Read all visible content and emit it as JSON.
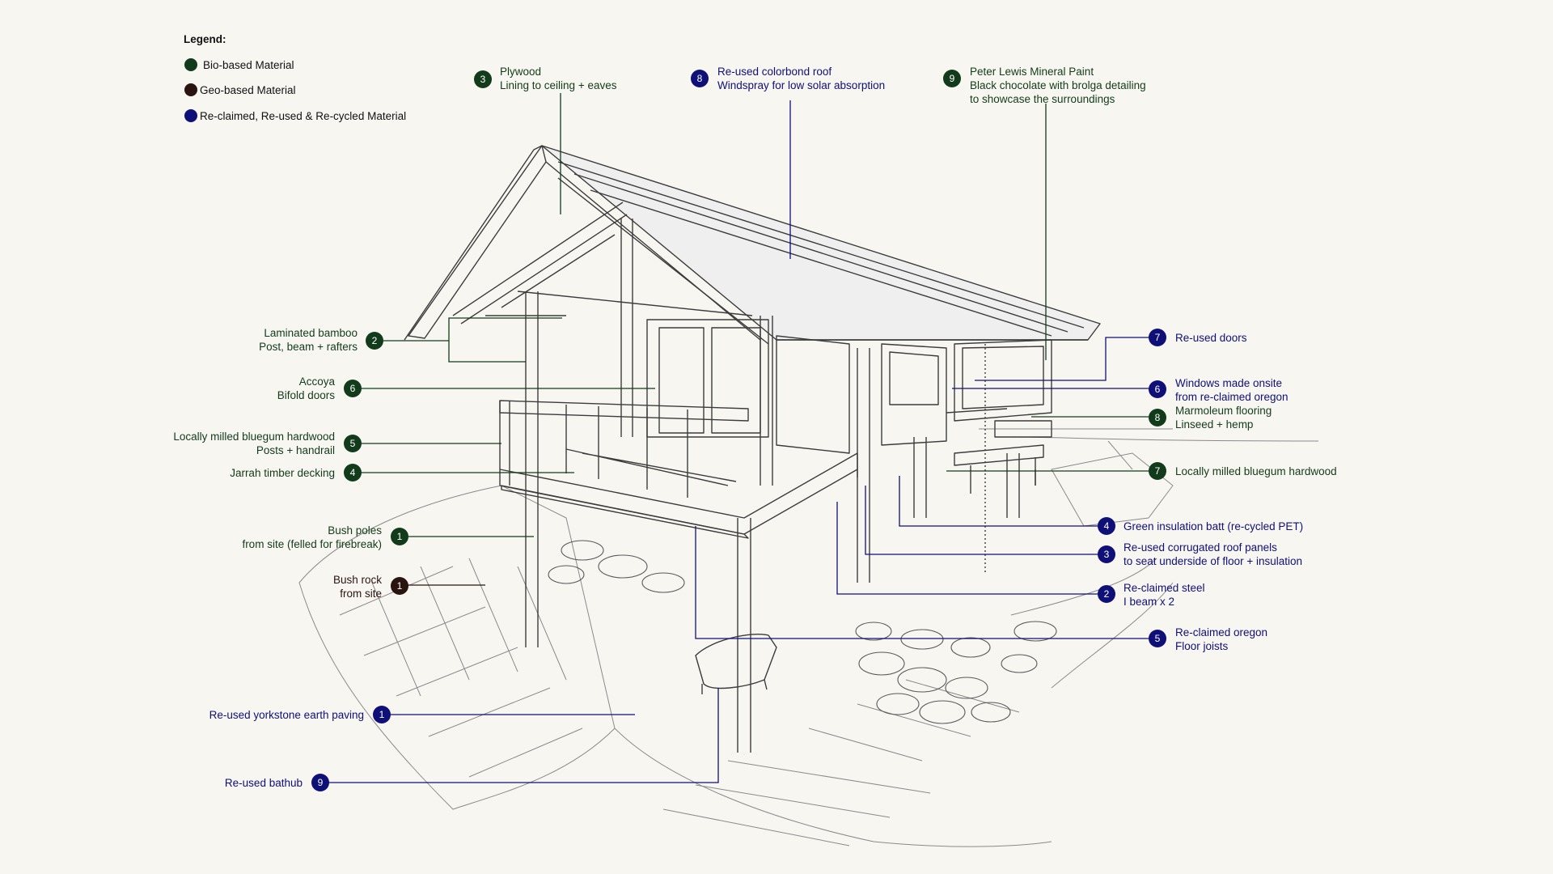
{
  "colors": {
    "background": "#f8f6f1",
    "bio": "#123b1c",
    "geo": "#2a1410",
    "reclaimed": "#0f0f78",
    "drawing": "#3c3c3c"
  },
  "legend": {
    "title": "Legend:",
    "items": [
      {
        "label": "Bio-based Material",
        "category": "bio"
      },
      {
        "label": "Geo-based Material",
        "category": "geo"
      },
      {
        "label": "Re-claimed, Re-used & Re-cycled Material",
        "category": "reclaimed"
      }
    ]
  },
  "callouts": [
    {
      "id": "bio-3",
      "num": "3",
      "category": "bio",
      "lines": [
        "Plywood",
        "Lining to ceiling + eaves"
      ]
    },
    {
      "id": "rec-8",
      "num": "8",
      "category": "reclaimed",
      "lines": [
        "Re-used colorbond roof",
        "Windspray for low solar absorption"
      ]
    },
    {
      "id": "bio-9",
      "num": "9",
      "category": "bio",
      "lines": [
        "Peter Lewis Mineral Paint",
        "Black chocolate with brolga detailing",
        "to showcase the surroundings"
      ]
    },
    {
      "id": "bio-2",
      "num": "2",
      "category": "bio",
      "lines": [
        "Laminated bamboo",
        "Post, beam + rafters"
      ]
    },
    {
      "id": "bio-6",
      "num": "6",
      "category": "bio",
      "lines": [
        "Accoya",
        "Bifold doors"
      ]
    },
    {
      "id": "bio-5",
      "num": "5",
      "category": "bio",
      "lines": [
        "Locally milled bluegum hardwood",
        "Posts + handrail"
      ]
    },
    {
      "id": "bio-4",
      "num": "4",
      "category": "bio",
      "lines": [
        "Jarrah timber decking"
      ]
    },
    {
      "id": "bio-1",
      "num": "1",
      "category": "bio",
      "lines": [
        "Bush poles",
        "from site (felled for firebreak)"
      ]
    },
    {
      "id": "geo-1",
      "num": "1",
      "category": "geo",
      "lines": [
        "Bush rock",
        "from site"
      ]
    },
    {
      "id": "rec-1",
      "num": "1",
      "category": "reclaimed",
      "lines": [
        "Re-used yorkstone earth paving"
      ]
    },
    {
      "id": "rec-9",
      "num": "9",
      "category": "reclaimed",
      "lines": [
        "Re-used bathub"
      ]
    },
    {
      "id": "rec-7",
      "num": "7",
      "category": "reclaimed",
      "lines": [
        "Re-used doors"
      ]
    },
    {
      "id": "rec-6",
      "num": "6",
      "category": "reclaimed",
      "lines": [
        "Windows made onsite",
        "from re-claimed oregon"
      ]
    },
    {
      "id": "bio-8",
      "num": "8",
      "category": "bio",
      "lines": [
        "Marmoleum flooring",
        "Linseed + hemp"
      ]
    },
    {
      "id": "bio-7",
      "num": "7",
      "category": "bio",
      "lines": [
        "Locally milled bluegum hardwood"
      ]
    },
    {
      "id": "rec-4",
      "num": "4",
      "category": "reclaimed",
      "lines": [
        "Green insulation batt (re-cycled PET)"
      ]
    },
    {
      "id": "rec-3",
      "num": "3",
      "category": "reclaimed",
      "lines": [
        "Re-used corrugated roof panels",
        "to seat underside of floor + insulation"
      ]
    },
    {
      "id": "rec-2",
      "num": "2",
      "category": "reclaimed",
      "lines": [
        "Re-claimed steel",
        "I beam x 2"
      ]
    },
    {
      "id": "rec-5",
      "num": "5",
      "category": "reclaimed",
      "lines": [
        "Re-claimed oregon",
        "Floor joists"
      ]
    }
  ]
}
